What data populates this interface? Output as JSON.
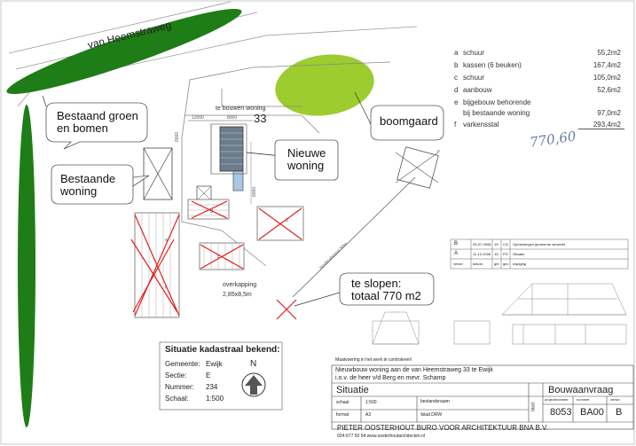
{
  "road_name": "van Heemstraweg",
  "callouts": {
    "groen": [
      "Bestaand groen",
      "en bomen"
    ],
    "woning": [
      "Bestaande",
      "woning"
    ],
    "boomgaard": "boomgaard",
    "nieuwe": [
      "Nieuwe",
      "woning"
    ],
    "slopen": [
      "te slopen:",
      "totaal 770 m2"
    ]
  },
  "plan": {
    "house_label": "te bouwen woning",
    "house_number": "33",
    "dim_12000": "12000",
    "dim_8000": "8000",
    "dim_6000": "6000",
    "dim_side": "6000",
    "overkapping": "overkapping",
    "overkapping_size": "2,85x8,5m",
    "hinderafstand": "hinderafstand 50m",
    "letters": [
      "a",
      "b",
      "c",
      "d",
      "e",
      "f"
    ]
  },
  "areas": [
    {
      "key": "a",
      "label": "schuur",
      "value": "55,2m2"
    },
    {
      "key": "b",
      "label": "kassen (6 beuken)",
      "value": "167,4m2"
    },
    {
      "key": "c",
      "label": "schuur",
      "value": "105,0m2"
    },
    {
      "key": "d",
      "label": "aanbouw",
      "value": "52,6m2"
    },
    {
      "key": "e",
      "label": "bijgebouw behorende",
      "value": ""
    },
    {
      "key": "",
      "label": "bij bestaande woning",
      "value": "97,0m2"
    },
    {
      "key": "f",
      "label": "varkensstal",
      "value": "293,4m2"
    }
  ],
  "area_total": "770,60",
  "kadaster": {
    "title": "Situatie kadastraal bekend:",
    "rows": [
      {
        "label": "Gemeente:",
        "value": "Ewijk"
      },
      {
        "label": "Sectie:",
        "value": "E"
      },
      {
        "label": "Nummer:",
        "value": "234"
      },
      {
        "label": "Schaal:",
        "value": "1:500"
      }
    ],
    "north": "N"
  },
  "revisions": [
    {
      "letter": "B",
      "date": "25-07-2008",
      "a": "JG",
      "b": "CG",
      "desc": "Opmerkingen gemeente verwerkt"
    },
    {
      "letter": "A",
      "date": "11-12-2006",
      "a": "JG",
      "b": "PO",
      "desc": "Situatie"
    },
    {
      "letter": "versie",
      "date": "datum",
      "a": "get",
      "b": "gec",
      "desc": "wijziging"
    }
  ],
  "title_block": {
    "note": "Maatvoering in het werk te controleren!",
    "project_line1": "Nieuwbouw woning aan de van Heemstraweg 33 te Ewijk",
    "project_line2": "i.o.v. de heer v/d Berg en mevr. Schamp",
    "situatie": "Situatie",
    "bouwaanvraag": "Bouwaanvraag",
    "schaal_label": "schaal",
    "schaal_value": "1:500",
    "format_label": "format",
    "format_value": "A3",
    "bestandsnaam_label": "bestandsnaam",
    "bestandsnaam_value": "\\blad.DRW",
    "blad_label": "blad",
    "projectnummer_label": "projectnummer",
    "nummer_label": "nummer",
    "versie_label": "versie",
    "projectnummer": "8053",
    "nummer": "BA00",
    "versie": "B",
    "office": "PIETER OOSTERHOUT BURO VOOR ARCHITEKTUUR BNA B.V.",
    "contact": "024-677 50 54   www.oosterhoutarchitecten.nl"
  }
}
